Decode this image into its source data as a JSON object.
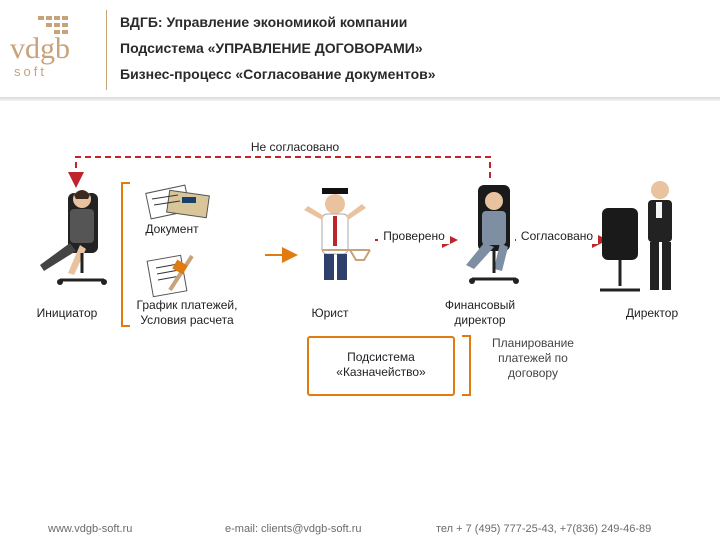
{
  "header": {
    "logo_text": "vdgb",
    "logo_sub": "soft",
    "line1": "ВДГБ: Управление экономикой компании",
    "line2": "Подсистема «УПРАВЛЕНИЕ ДОГОВОРАМИ»",
    "line3": "Бизнес-процесс «Согласование документов»"
  },
  "diagram": {
    "not_approved_label": "Не согласовано",
    "document_label": "Документ",
    "payment_schedule_label": "График платежей,\nУсловия расчета",
    "initiator_label": "Инициатор",
    "lawyer_label": "Юрист",
    "checked_label": "Проверено",
    "approved_label": "Согласовано",
    "fin_director_label": "Финансовый директор",
    "director_label": "Директор",
    "treasury_label_1": "Подсистема",
    "treasury_label_2": "«Казначейство»",
    "payment_planning_label": "Планирование платежей по договору",
    "colors": {
      "red_line": "#c0242b",
      "orange": "#e07b10",
      "brand_gold": "#c8a27a"
    }
  },
  "footer": {
    "website": "www.vdgb-soft.ru",
    "email": "e-mail: clients@vdgb-soft.ru",
    "phone": "тел + 7 (495) 777-25-43,   +7(836) 249-46-89"
  }
}
